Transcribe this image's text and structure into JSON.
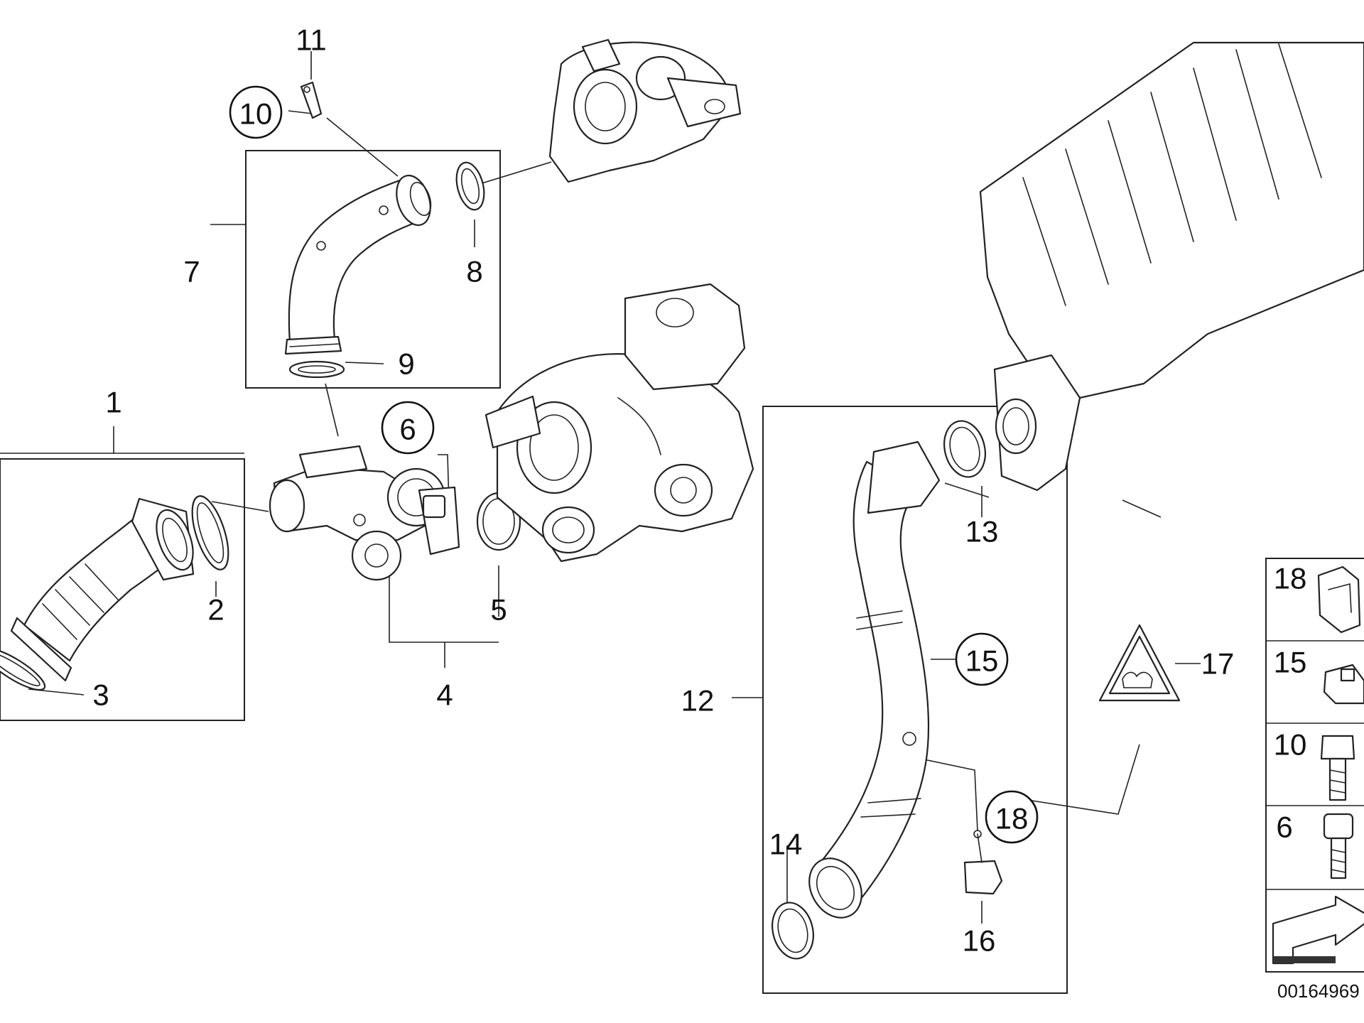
{
  "callouts": {
    "p1": "1",
    "p2": "2",
    "p3": "3",
    "p4": "4",
    "p5": "5",
    "p6": "6",
    "p7": "7",
    "p8": "8",
    "p9": "9",
    "p10": "10",
    "p11": "11",
    "p12": "12",
    "p13": "13",
    "p14": "14",
    "p15": "15",
    "p16": "16",
    "p17": "17",
    "p18": "18"
  },
  "legend": {
    "rows": [
      {
        "label": "18",
        "icon": "clip-icon"
      },
      {
        "label": "15",
        "icon": "spring-clip-icon"
      },
      {
        "label": "10",
        "icon": "hex-bolt-icon"
      },
      {
        "label": "6",
        "icon": "socket-bolt-icon"
      },
      {
        "label": "",
        "icon": "arrow-icon"
      }
    ]
  },
  "diagram_code": "00164969"
}
